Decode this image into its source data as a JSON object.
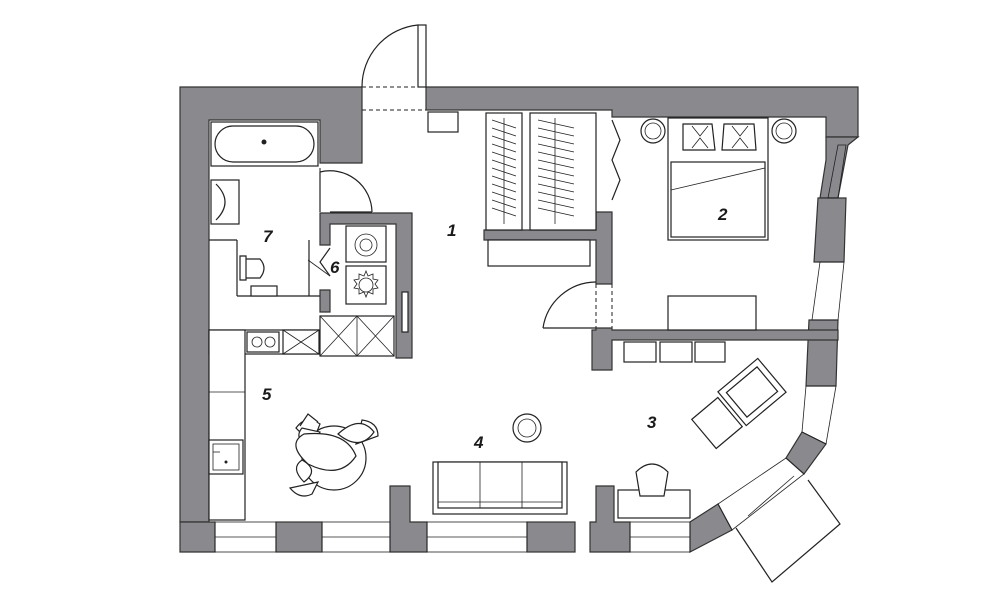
{
  "colors": {
    "wall": "#8a8a8e",
    "line": "#222222",
    "background": "#ffffff"
  },
  "rooms": [
    {
      "id": "hallway",
      "label": "1"
    },
    {
      "id": "bedroom",
      "label": "2"
    },
    {
      "id": "study",
      "label": "3"
    },
    {
      "id": "living",
      "label": "4"
    },
    {
      "id": "kitchen",
      "label": "5"
    },
    {
      "id": "laundry",
      "label": "6"
    },
    {
      "id": "bathroom",
      "label": "7"
    }
  ],
  "icons": [
    "bathtub-icon",
    "toilet-icon",
    "washing-machine-icon",
    "dryer-icon",
    "cooktop-icon",
    "sink-icon",
    "dining-table-icon",
    "sofa-icon",
    "bed-icon",
    "armchair-icon",
    "desk-icon",
    "wardrobe-icon",
    "door-icon"
  ]
}
